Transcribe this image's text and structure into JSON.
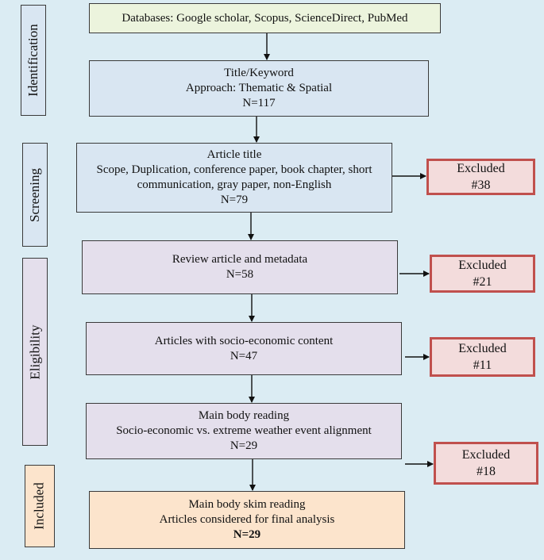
{
  "stages": {
    "identification": "Identification",
    "screening": "Screening",
    "eligibility": "Eligibility",
    "included": "Included"
  },
  "boxes": {
    "databases": "Databases: Google scholar, Scopus, ScienceDirect, PubMed",
    "title_keyword": {
      "line1": "Title/Keyword",
      "line2": "Approach: Thematic & Spatial",
      "n": "N=117"
    },
    "article_title": {
      "line1": "Article title",
      "line2": "Scope, Duplication, conference paper, book chapter, short",
      "line3": "communication, gray paper, non-English",
      "n": "N=79"
    },
    "review": {
      "line1": "Review article and metadata",
      "n": "N=58"
    },
    "socio": {
      "line1": "Articles with socio-economic content",
      "n": "N=47"
    },
    "main_body": {
      "line1": "Main body reading",
      "line2": "Socio-economic vs. extreme weather event alignment",
      "n": "N=29"
    },
    "final": {
      "line1": "Main body skim reading",
      "line2": "Articles considered for final analysis",
      "n": "N=29"
    }
  },
  "excluded": [
    {
      "label": "Excluded",
      "count": "#38"
    },
    {
      "label": "Excluded",
      "count": "#21"
    },
    {
      "label": "Excluded",
      "count": "#11"
    },
    {
      "label": "Excluded",
      "count": "#18"
    }
  ]
}
